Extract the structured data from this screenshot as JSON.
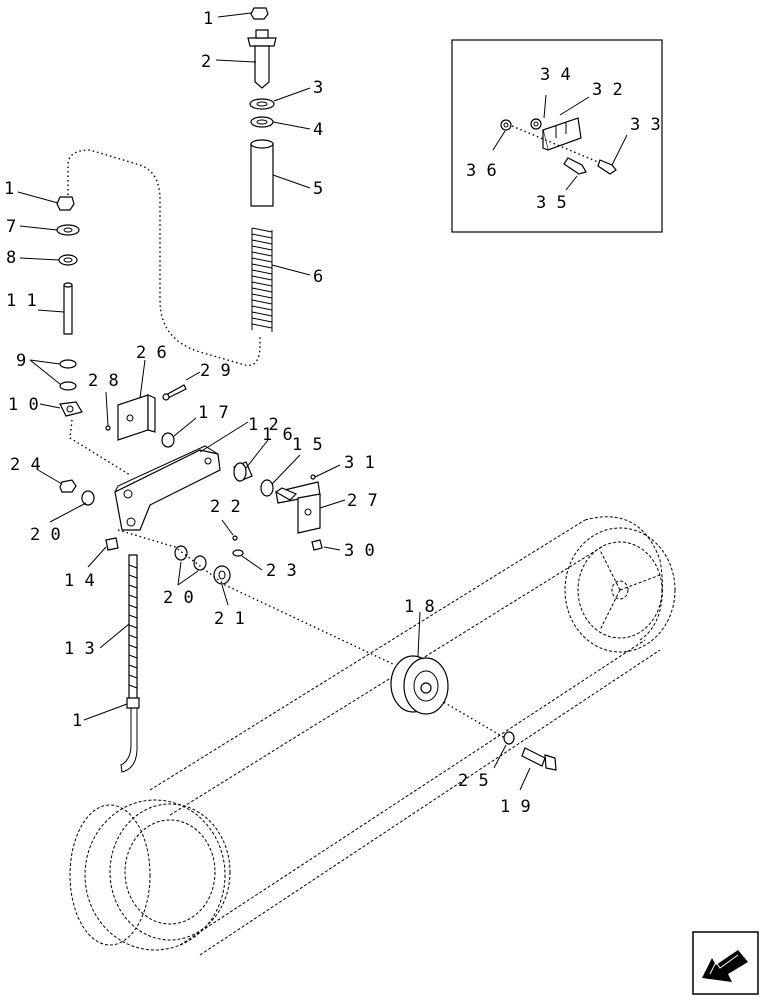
{
  "labels": [
    {
      "id": "l1a",
      "text": "1"
    },
    {
      "id": "l2",
      "text": "2"
    },
    {
      "id": "l3",
      "text": "3"
    },
    {
      "id": "l4",
      "text": "4"
    },
    {
      "id": "l5",
      "text": "5"
    },
    {
      "id": "l6",
      "text": "6"
    },
    {
      "id": "l1b",
      "text": "1"
    },
    {
      "id": "l7",
      "text": "7"
    },
    {
      "id": "l8",
      "text": "8"
    },
    {
      "id": "l11",
      "text": "1 1"
    },
    {
      "id": "l9",
      "text": "9"
    },
    {
      "id": "l26",
      "text": "2 6"
    },
    {
      "id": "l28",
      "text": "2 8"
    },
    {
      "id": "l29",
      "text": "2 9"
    },
    {
      "id": "l10",
      "text": "1 0"
    },
    {
      "id": "l17",
      "text": "1 7"
    },
    {
      "id": "l12",
      "text": "1 2"
    },
    {
      "id": "l16",
      "text": "1 6"
    },
    {
      "id": "l15",
      "text": "1 5"
    },
    {
      "id": "l31",
      "text": "3 1"
    },
    {
      "id": "l24",
      "text": "2 4"
    },
    {
      "id": "l27",
      "text": "2 7"
    },
    {
      "id": "l20a",
      "text": "2 0"
    },
    {
      "id": "l22",
      "text": "2 2"
    },
    {
      "id": "l30",
      "text": "3 0"
    },
    {
      "id": "l14",
      "text": "1 4"
    },
    {
      "id": "l23",
      "text": "2 3"
    },
    {
      "id": "l20b",
      "text": "2 0"
    },
    {
      "id": "l21",
      "text": "2 1"
    },
    {
      "id": "l13",
      "text": "1 3"
    },
    {
      "id": "l18",
      "text": "1 8"
    },
    {
      "id": "l1c",
      "text": "1"
    },
    {
      "id": "l25",
      "text": "2 5"
    },
    {
      "id": "l19",
      "text": "1 9"
    },
    {
      "id": "l34",
      "text": "3 4"
    },
    {
      "id": "l32",
      "text": "3 2"
    },
    {
      "id": "l33",
      "text": "3 3"
    },
    {
      "id": "l36",
      "text": "3 6"
    },
    {
      "id": "l35",
      "text": "3 5"
    }
  ],
  "icons": {
    "nav": "next-page-arrow-icon"
  }
}
